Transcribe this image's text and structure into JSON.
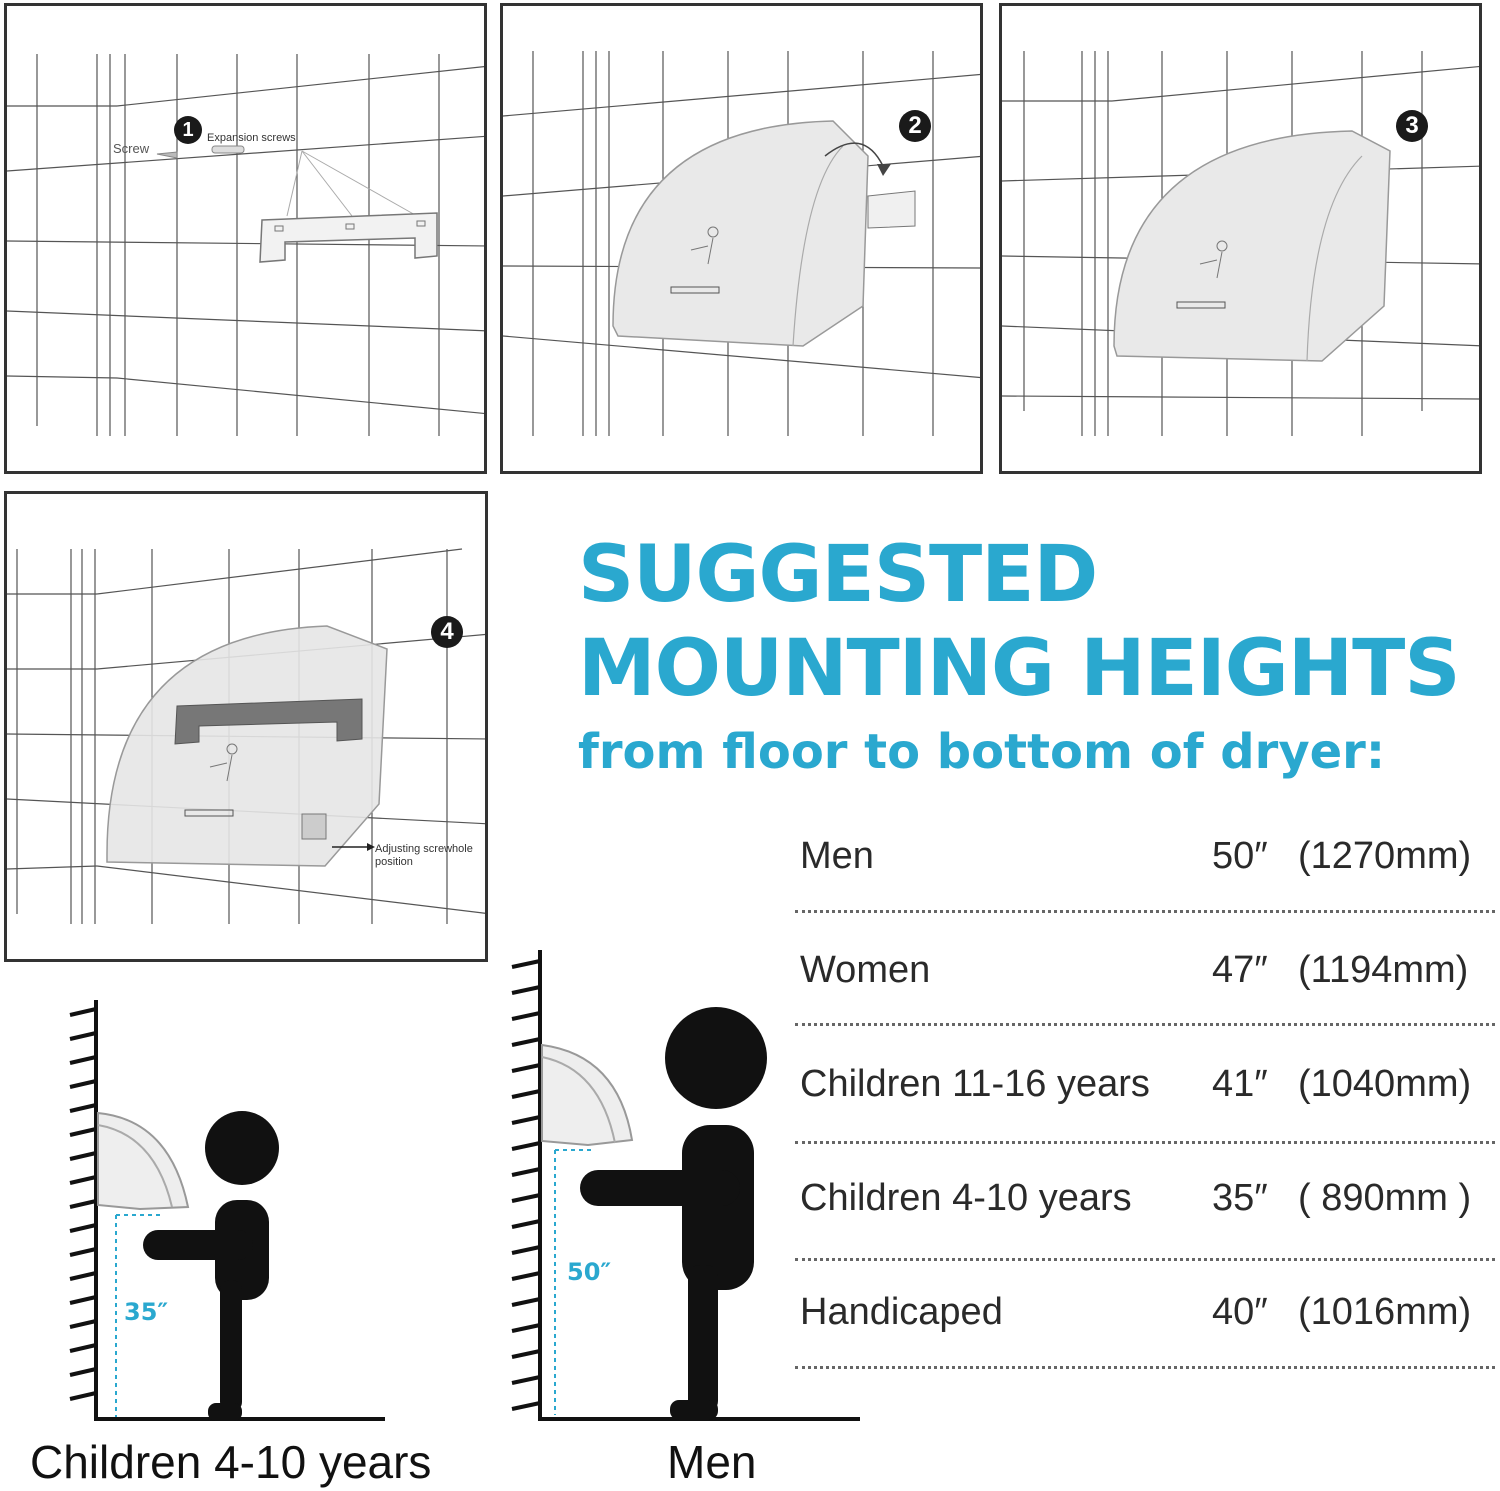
{
  "steps": [
    {
      "number": "1",
      "labels": {
        "screw": "Screw",
        "expansion": "Expansion screws"
      }
    },
    {
      "number": "2"
    },
    {
      "number": "3"
    },
    {
      "number": "4",
      "labels": {
        "adjusting": "Adjusting screwhole position"
      }
    }
  ],
  "heading": {
    "line1": "SUGGESTED",
    "line2": "MOUNTING HEIGHTS",
    "subtitle": "from floor to bottom of dryer:"
  },
  "heights_table": [
    {
      "who": "Men",
      "inches": "50″",
      "mm": "(1270mm)"
    },
    {
      "who": "Women",
      "inches": "47″",
      "mm": "(1194mm)"
    },
    {
      "who": "Children 11-16 years",
      "inches": "41″",
      "mm": "(1040mm)"
    },
    {
      "who": "Children 4-10 years",
      "inches": "35″",
      "mm": "( 890mm )"
    },
    {
      "who": "Handicaped",
      "inches": "40″",
      "mm": "(1016mm)"
    }
  ],
  "figures": {
    "child": {
      "caption": "Children 4-10 years",
      "height_label": "35″"
    },
    "man": {
      "caption": "Men",
      "height_label": "50″"
    }
  },
  "colors": {
    "accent": "#2aa8cf",
    "ink": "#1a1a1a"
  }
}
